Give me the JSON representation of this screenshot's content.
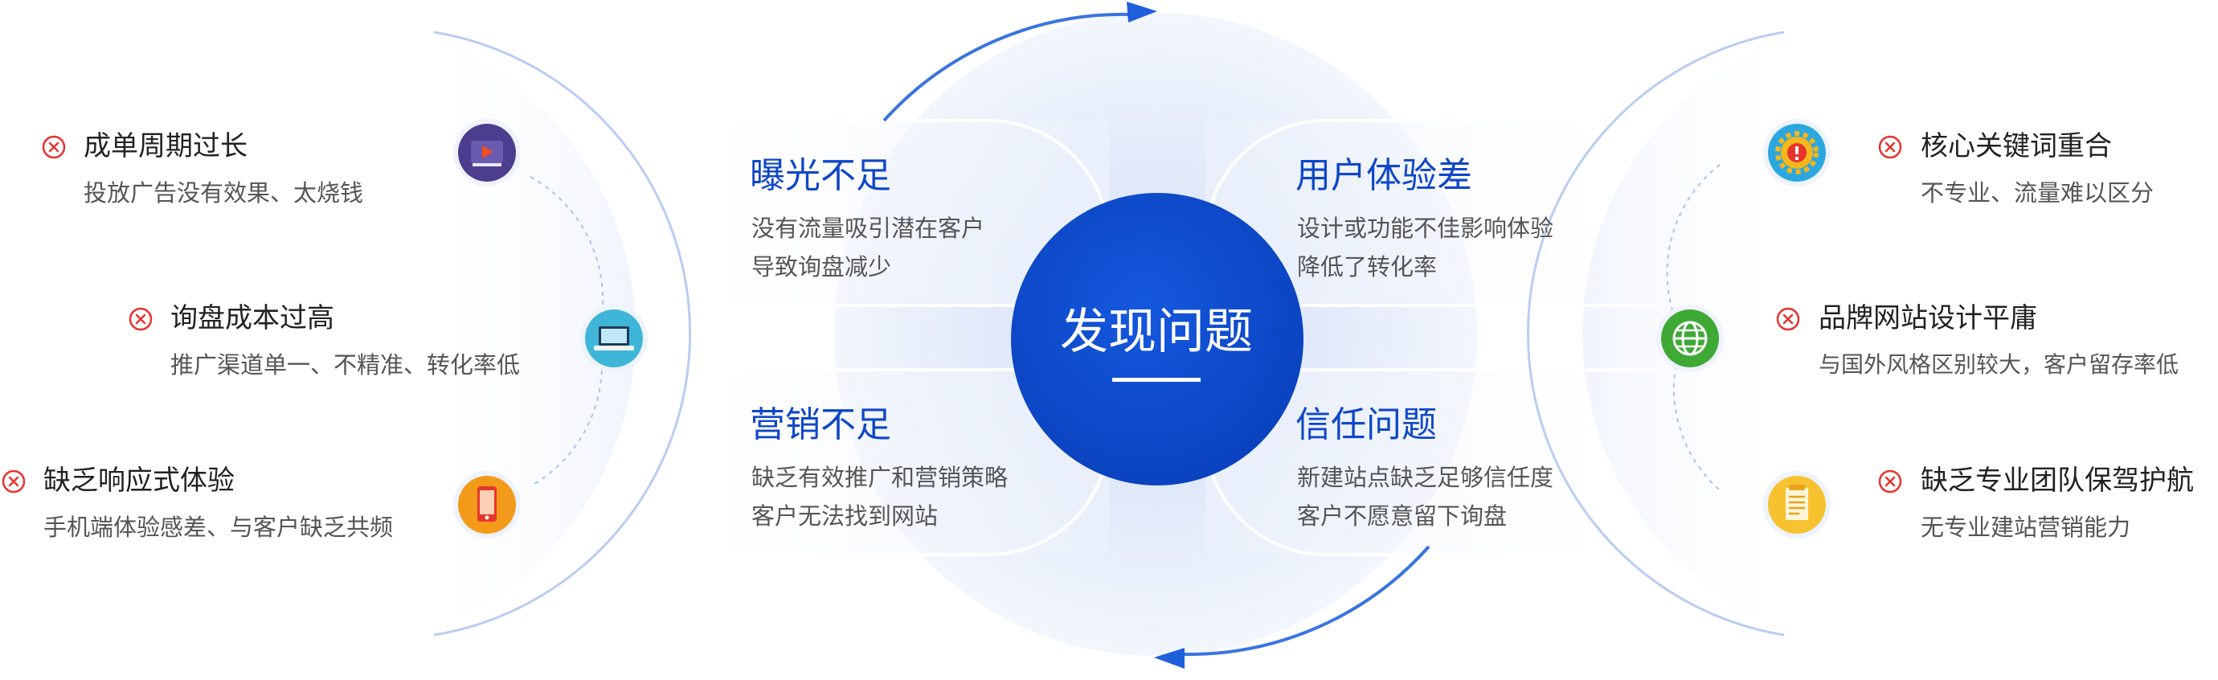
{
  "center": {
    "title": "发现问题"
  },
  "quadrants": [
    {
      "title": "曝光不足",
      "lines": [
        "没有流量吸引潜在客户",
        "导致询盘减少"
      ]
    },
    {
      "title": "用户体验差",
      "lines": [
        "设计或功能不佳影响体验",
        "降低了转化率"
      ]
    },
    {
      "title": "营销不足",
      "lines": [
        "缺乏有效推广和营销策略",
        "客户无法找到网站"
      ]
    },
    {
      "title": "信任问题",
      "lines": [
        "新建站点缺乏足够信任度",
        "客户不愿意留下询盘"
      ]
    }
  ],
  "left_items": [
    {
      "title": "成单周期过长",
      "desc": "投放广告没有效果、太烧钱",
      "icon": "video-play-icon"
    },
    {
      "title": "询盘成本过高",
      "desc": "推广渠道单一、不精准、转化率低",
      "icon": "laptop-icon"
    },
    {
      "title": "缺乏响应式体验",
      "desc": "手机端体验感差、与客户缺乏共频",
      "icon": "mobile-phone-icon"
    }
  ],
  "right_items": [
    {
      "title": "核心关键词重合",
      "desc": "不专业、流量难以区分",
      "icon": "gear-alert-icon"
    },
    {
      "title": "品牌网站设计平庸",
      "desc": "与国外风格区别较大，客户留存率低",
      "icon": "globe-icon"
    },
    {
      "title": "缺乏专业团队保驾护航",
      "desc": "无专业建站营销能力",
      "icon": "document-icon"
    }
  ],
  "colors": {
    "accent": "#0f4fd1",
    "title_blue": "#0f47c7",
    "x_red": "#e8332f",
    "ring_blue": "#4a86e8"
  }
}
